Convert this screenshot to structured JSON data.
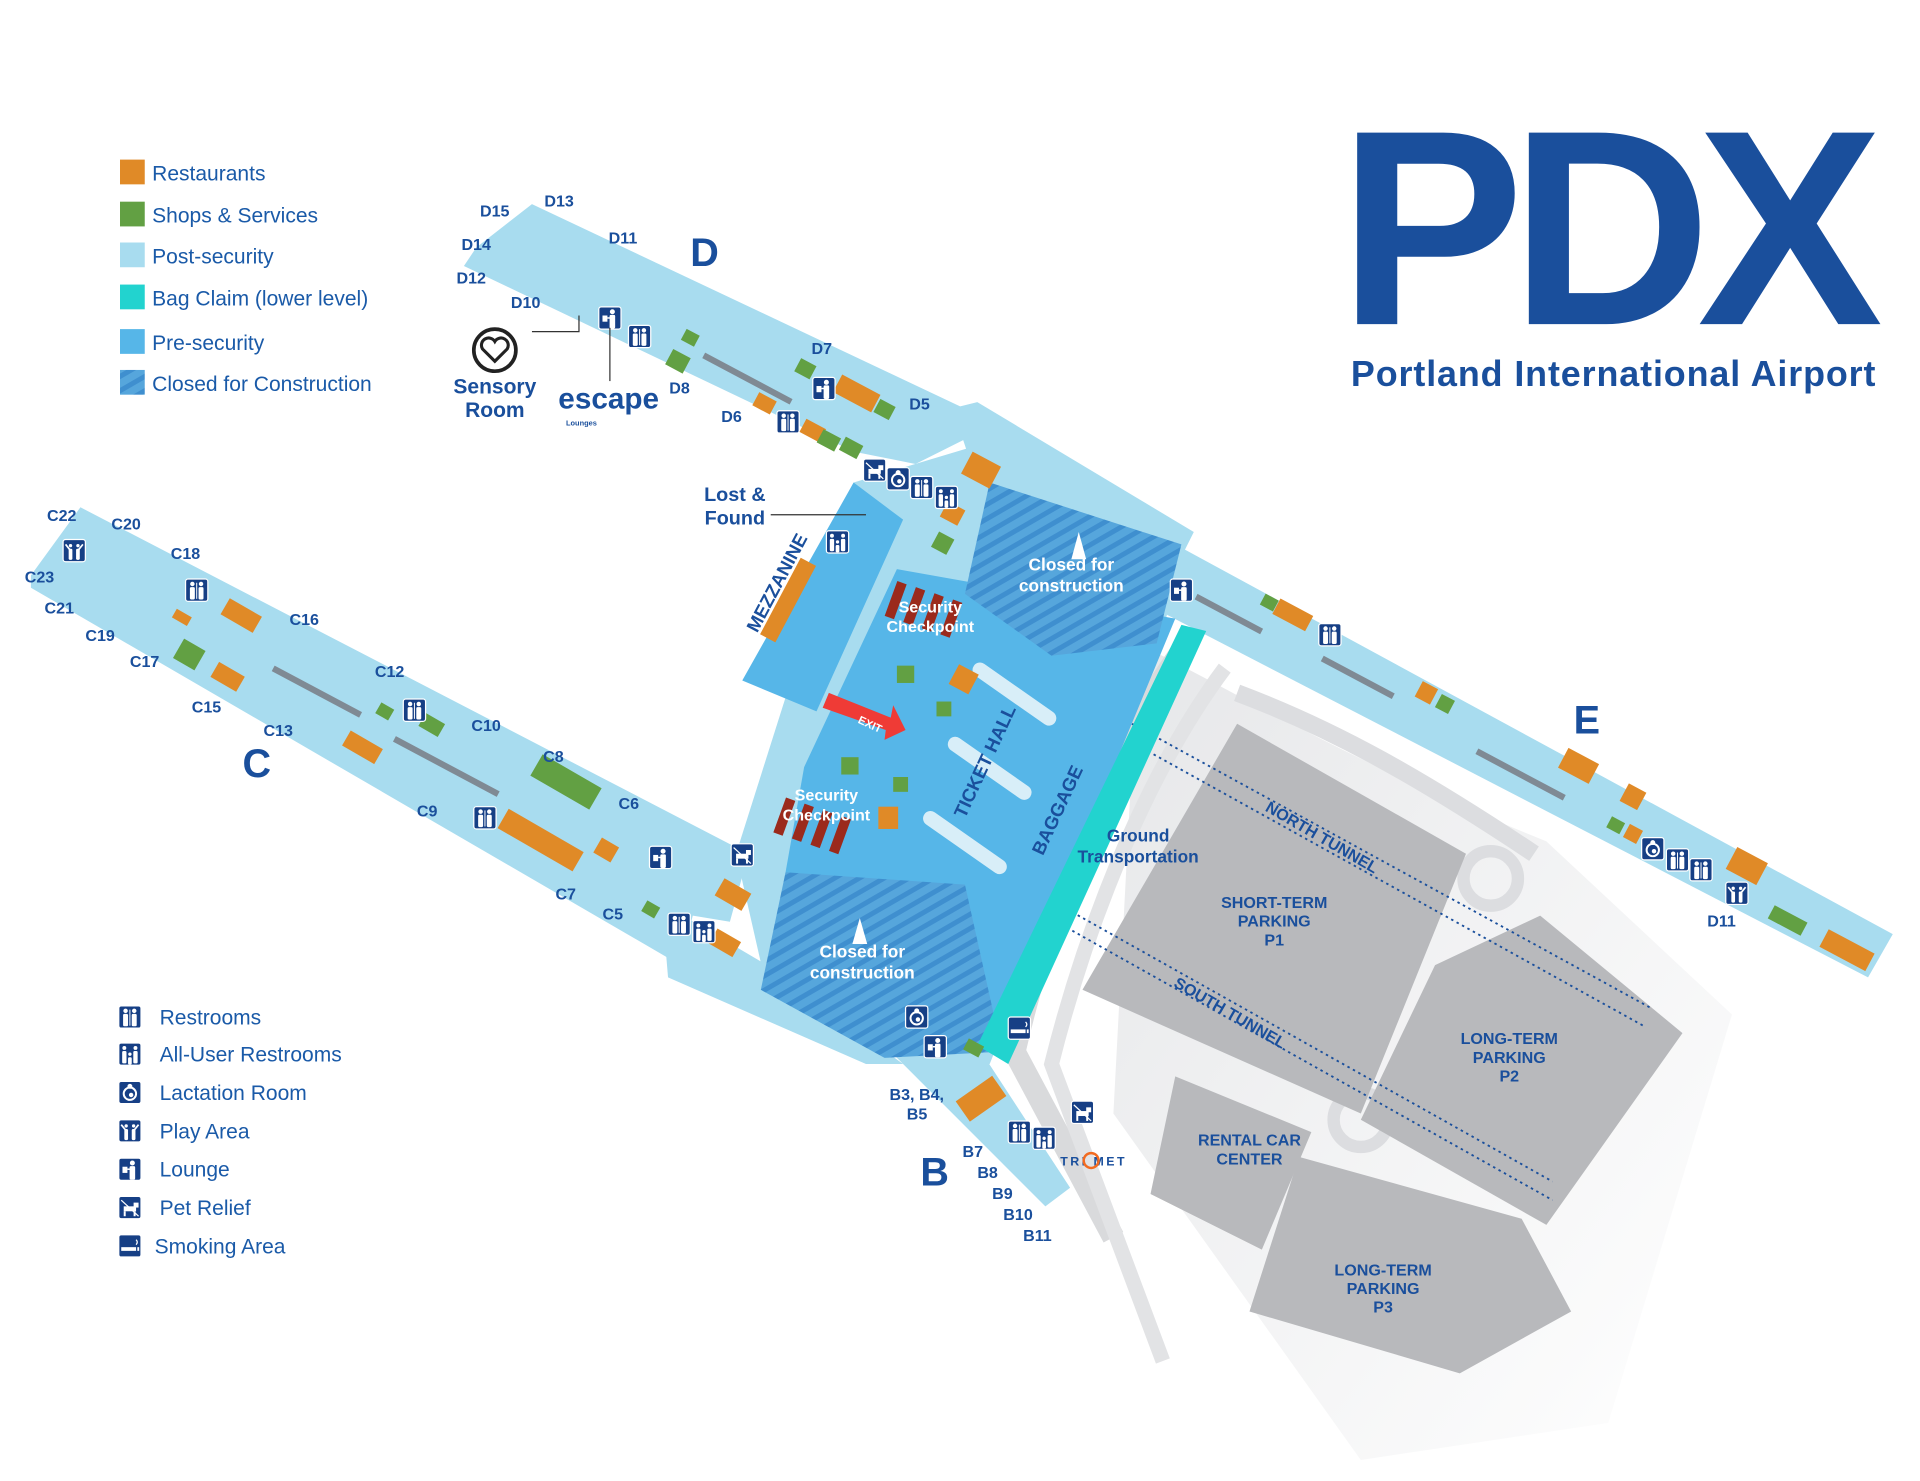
{
  "title": {
    "logo": "PDX",
    "subtitle": "Portland International Airport"
  },
  "colors": {
    "brand": "#0a4ea3",
    "restaurants": "#e08a27",
    "shops": "#62a043",
    "post_security": "#a8dcef",
    "bag_claim": "#22d3cf",
    "pre_security": "#56b6e8",
    "parking": "#b8b9bc",
    "security_lanes": "#9b2a1c",
    "exit": "#ef3b36",
    "icon_bg": "#163f85"
  },
  "area_legend": [
    {
      "label": "Restaurants",
      "color": "#e08a27"
    },
    {
      "label": "Shops & Services",
      "color": "#62a043"
    },
    {
      "label": "Post-security",
      "color": "#a8dcef"
    },
    {
      "label": "Bag Claim (lower level)",
      "color": "#22d3cf"
    },
    {
      "label": "Pre-security",
      "color": "#56b6e8"
    },
    {
      "label": "Closed for Construction",
      "color": "hatched"
    }
  ],
  "icon_legend": [
    {
      "label": "Restrooms",
      "icon": "restroom-icon"
    },
    {
      "label": "All-User Restrooms",
      "icon": "all-user-restroom-icon"
    },
    {
      "label": "Lactation Room",
      "icon": "lactation-icon"
    },
    {
      "label": "Play Area",
      "icon": "play-area-icon"
    },
    {
      "label": "Lounge",
      "icon": "lounge-icon"
    },
    {
      "label": "Pet Relief",
      "icon": "pet-relief-icon"
    },
    {
      "label": "Smoking Area",
      "icon": "smoking-icon"
    }
  ],
  "concourses": [
    "D",
    "C",
    "E",
    "B"
  ],
  "gates": [
    "D15",
    "D13",
    "D14",
    "D11",
    "D12",
    "D10",
    "D8",
    "D7",
    "D6",
    "D5",
    "C22",
    "C20",
    "C23",
    "C18",
    "C21",
    "C19",
    "C16",
    "C17",
    "C15",
    "C12",
    "C13",
    "C10",
    "C8",
    "C9",
    "C6",
    "C7",
    "C5",
    "D11",
    "B3, B4,",
    "B5",
    "B7",
    "B8",
    "B9",
    "B10",
    "B11"
  ],
  "places": {
    "sensory_room": [
      "Sensory",
      "Room"
    ],
    "escape": "escape",
    "escape_sub": "Lounges",
    "lost_found": [
      "Lost &",
      "Found"
    ],
    "mezzanine": "MEZZANINE",
    "security_1": [
      "Security",
      "Checkpoint"
    ],
    "security_2": [
      "Security",
      "Checkpoint"
    ],
    "closed_1": [
      "Closed for",
      "construction"
    ],
    "closed_2": [
      "Closed for",
      "construction"
    ],
    "exit": "EXIT",
    "ticket_hall": "TICKET HALL",
    "baggage": "BAGGAGE",
    "ground": [
      "Ground",
      "Transportation"
    ],
    "north_tunnel": "NORTH TUNNEL",
    "south_tunnel": "SOUTH TUNNEL",
    "p1": [
      "SHORT-TERM",
      "PARKING",
      "P1"
    ],
    "p2": [
      "LONG-TERM",
      "PARKING",
      "P2"
    ],
    "p3": [
      "LONG-TERM",
      "PARKING",
      "P3"
    ],
    "rental": [
      "RENTAL CAR",
      "CENTER"
    ],
    "trimet": "TRI MET"
  }
}
